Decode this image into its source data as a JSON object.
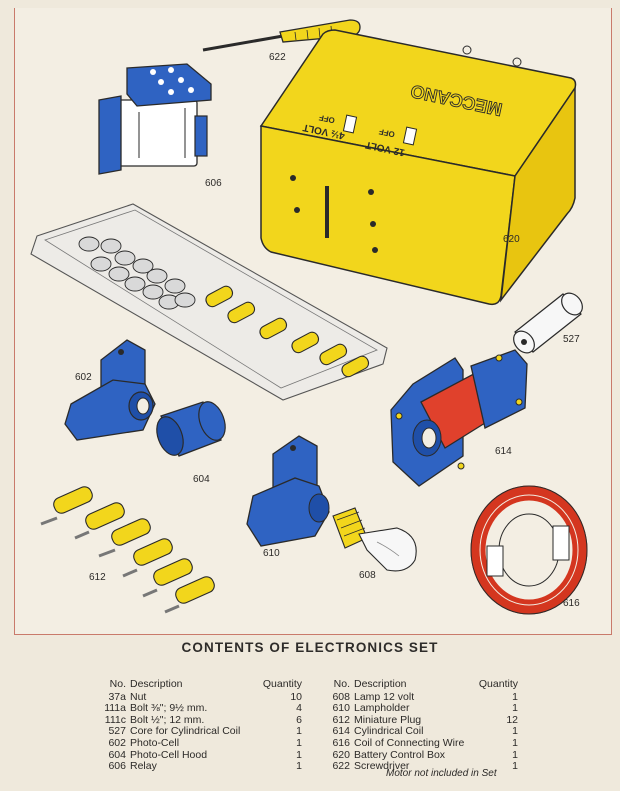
{
  "parts": {
    "screwdriver": "622",
    "relay": "606",
    "battery_box": "620",
    "core": "527",
    "photo_cell": "602",
    "photo_cell_hood": "604",
    "coil": "614",
    "lampholder": "610",
    "lamp": "608",
    "plugs": "612",
    "wire": "616"
  },
  "battery_box": {
    "brand": "MECCANO",
    "switch_left_label": "4½ VOLT",
    "switch_right_label": "12 VOLT",
    "off_label": "OFF"
  },
  "title": "CONTENTS OF ELECTRONICS SET",
  "headers": {
    "no": "No.",
    "description": "Description",
    "quantity": "Quantity"
  },
  "left_items": [
    {
      "no": "37a",
      "desc": "Nut",
      "qty": "10"
    },
    {
      "no": "111a",
      "desc": "Bolt ⅜\"; 9½ mm.",
      "qty": "4"
    },
    {
      "no": "111c",
      "desc": "Bolt ½\"; 12 mm.",
      "qty": "6"
    },
    {
      "no": "527",
      "desc": "Core for Cylindrical Coil",
      "qty": "1"
    },
    {
      "no": "602",
      "desc": "Photo-Cell",
      "qty": "1"
    },
    {
      "no": "604",
      "desc": "Photo-Cell Hood",
      "qty": "1"
    },
    {
      "no": "606",
      "desc": "Relay",
      "qty": "1"
    }
  ],
  "right_items": [
    {
      "no": "608",
      "desc": "Lamp 12 volt",
      "qty": "1"
    },
    {
      "no": "610",
      "desc": "Lampholder",
      "qty": "1"
    },
    {
      "no": "612",
      "desc": "Miniature Plug",
      "qty": "12"
    },
    {
      "no": "614",
      "desc": "Cylindrical Coil",
      "qty": "1"
    },
    {
      "no": "616",
      "desc": "Coil of Connecting Wire",
      "qty": "1"
    },
    {
      "no": "620",
      "desc": "Battery Control Box",
      "qty": "1"
    },
    {
      "no": "622",
      "desc": "Screwdriver",
      "qty": "1"
    }
  ],
  "note": "Motor not included in Set",
  "colors": {
    "yellow": "#f2d61c",
    "blue": "#2f63c2",
    "red": "#e0412c",
    "outline": "#2a2a2a",
    "frame": "#c97a6b"
  }
}
